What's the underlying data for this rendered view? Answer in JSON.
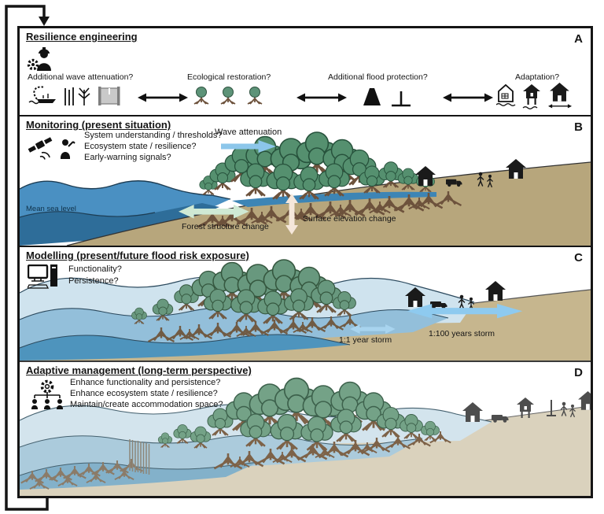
{
  "figure": {
    "type": "coastal-mangrove-resilience-framework"
  },
  "panels": {
    "a": {
      "letter": "A",
      "title": "Resilience engineering",
      "actor_icon": "engineer-gear-icon",
      "groups": [
        {
          "label": "Additional wave attenuation?",
          "icons": [
            "dredger-icon",
            "poles-icon",
            "brushwood-icon",
            "wall-icon"
          ]
        },
        {
          "label": "Ecological restoration?",
          "icons": [
            "mangrove-sapling-icon",
            "mangrove-sapling-icon",
            "mangrove-sapling-icon"
          ]
        },
        {
          "label": "Additional flood protection?",
          "icons": [
            "dike-icon",
            "floodwall-icon"
          ]
        },
        {
          "label": "Adaptation?",
          "icons": [
            "flooded-house-icon",
            "stilt-house-icon",
            "relocate-house-icon"
          ]
        }
      ]
    },
    "b": {
      "letter": "B",
      "title": "Monitoring (present situation)",
      "actor_icons": [
        "satellite-icon",
        "surveyor-icon"
      ],
      "questions": [
        "System understanding / thresholds?",
        "Ecosystem state / resilience?",
        "Early-warning signals?"
      ],
      "labels": {
        "wave_attenuation": "Wave attenuation",
        "mean_sea_level": "Mean sea level",
        "forest_structure_change": "Forest structure change",
        "surface_elevation_change": "Surface elevation change"
      }
    },
    "c": {
      "letter": "C",
      "title": "Modelling (present/future flood risk exposure)",
      "actor_icon": "computer-icon",
      "questions": [
        "Functionality?",
        "Persistence?"
      ],
      "labels": {
        "storm_1_1": "1:1 year storm",
        "storm_1_100": "1:100 years storm"
      }
    },
    "d": {
      "letter": "D",
      "title": "Adaptive management (long-term perspective)",
      "actor_icon": "governance-gear-people-icon",
      "questions": [
        "Enhance functionality and persistence?",
        "Enhance ecosystem state / resilience?",
        "Maintain/create accommodation space?"
      ]
    }
  },
  "icons_unicode": {
    "double-arrow": "↔",
    "right-arrow": "→"
  },
  "colors": {
    "frame": "#151515",
    "sea_deep": "#2e6d99",
    "sea_mid": "#4a90c2",
    "flood_light": "#cfe3ee",
    "flood_mid": "#93bfda",
    "flood_deep": "#4e94bd",
    "land_present": "#b7a67c",
    "land_model": "#c6b68e",
    "land_future": "#dad2bd",
    "mangrove_leaf": "#5d9378",
    "mangrove_wood": "#6d523c",
    "arrow_wave": "#8cc6ea",
    "arrow_forest": "#cfe9d4",
    "arrow_elevation": "#f5e7da",
    "arrow_storm": "#9ccfee"
  }
}
